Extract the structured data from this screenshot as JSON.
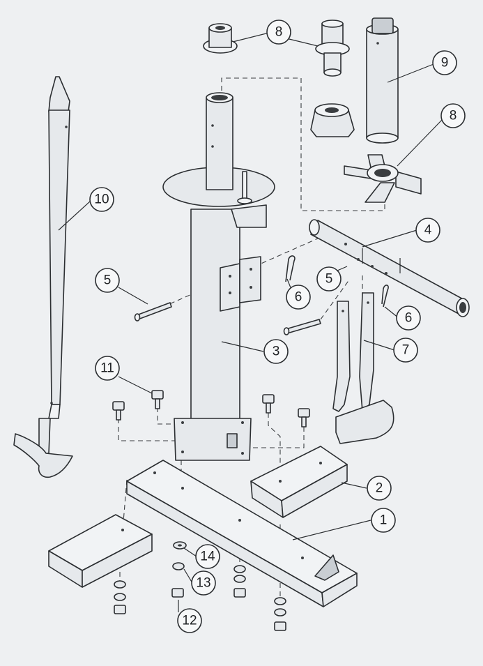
{
  "callouts": [
    {
      "id": "c1",
      "label": "1"
    },
    {
      "id": "c2",
      "label": "2"
    },
    {
      "id": "c3",
      "label": "3"
    },
    {
      "id": "c4",
      "label": "4"
    },
    {
      "id": "c5a",
      "label": "5"
    },
    {
      "id": "c5b",
      "label": "5"
    },
    {
      "id": "c6a",
      "label": "6"
    },
    {
      "id": "c6b",
      "label": "6"
    },
    {
      "id": "c7",
      "label": "7"
    },
    {
      "id": "c8a",
      "label": "8"
    },
    {
      "id": "c8b",
      "label": "8"
    },
    {
      "id": "c9",
      "label": "9"
    },
    {
      "id": "c10",
      "label": "10"
    },
    {
      "id": "c11",
      "label": "11"
    },
    {
      "id": "c12",
      "label": "12"
    },
    {
      "id": "c13",
      "label": "13"
    },
    {
      "id": "c14",
      "label": "14"
    }
  ],
  "colors": {
    "background": "#eef0f2",
    "part_fill": "#e6e9ec",
    "line": "#2b2e31"
  }
}
